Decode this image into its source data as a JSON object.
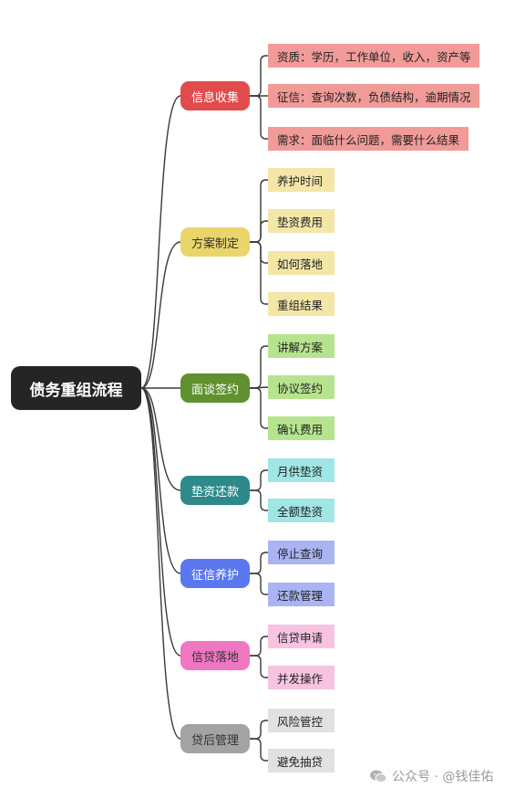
{
  "root": {
    "label": "债务重组流程",
    "color": "#252525"
  },
  "branches": [
    {
      "label": "信息收集",
      "color": "#e24b4b",
      "text_color": "#ffffff",
      "leaf_color": "#f19b98",
      "leaves": [
        "资质：学历，工作单位，收入，资产等",
        "征信：查询次数，负债结构，逾期情况",
        "需求：面临什么问题，需要什么结果"
      ]
    },
    {
      "label": "方案制定",
      "color": "#ead56b",
      "text_color": "#333333",
      "leaf_color": "#f3e6a7",
      "leaves": [
        "养护时间",
        "垫资费用",
        "如何落地",
        "重组结果"
      ]
    },
    {
      "label": "面谈签约",
      "color": "#5f9130",
      "text_color": "#ffffff",
      "leaf_color": "#b6e48e",
      "leaves": [
        "讲解方案",
        "协议签约",
        "确认费用"
      ]
    },
    {
      "label": "垫资还款",
      "color": "#2e8a8a",
      "text_color": "#ffffff",
      "leaf_color": "#9fe6e4",
      "leaves": [
        "月供垫资",
        "全额垫资"
      ]
    },
    {
      "label": "征信养护",
      "color": "#5a77ee",
      "text_color": "#ffffff",
      "leaf_color": "#aab4f3",
      "leaves": [
        "停止查询",
        "还款管理"
      ]
    },
    {
      "label": "信贷落地",
      "color": "#ef77c1",
      "text_color": "#333333",
      "leaf_color": "#f6c3e1",
      "leaves": [
        "信贷申请",
        "并发操作"
      ]
    },
    {
      "label": "贷后管理",
      "color": "#a3a3a3",
      "text_color": "#333333",
      "leaf_color": "#e1e1e1",
      "leaves": [
        "风险管控",
        "避免抽贷"
      ]
    }
  ],
  "watermark": {
    "text": "公众号 · @钱佳佑"
  }
}
